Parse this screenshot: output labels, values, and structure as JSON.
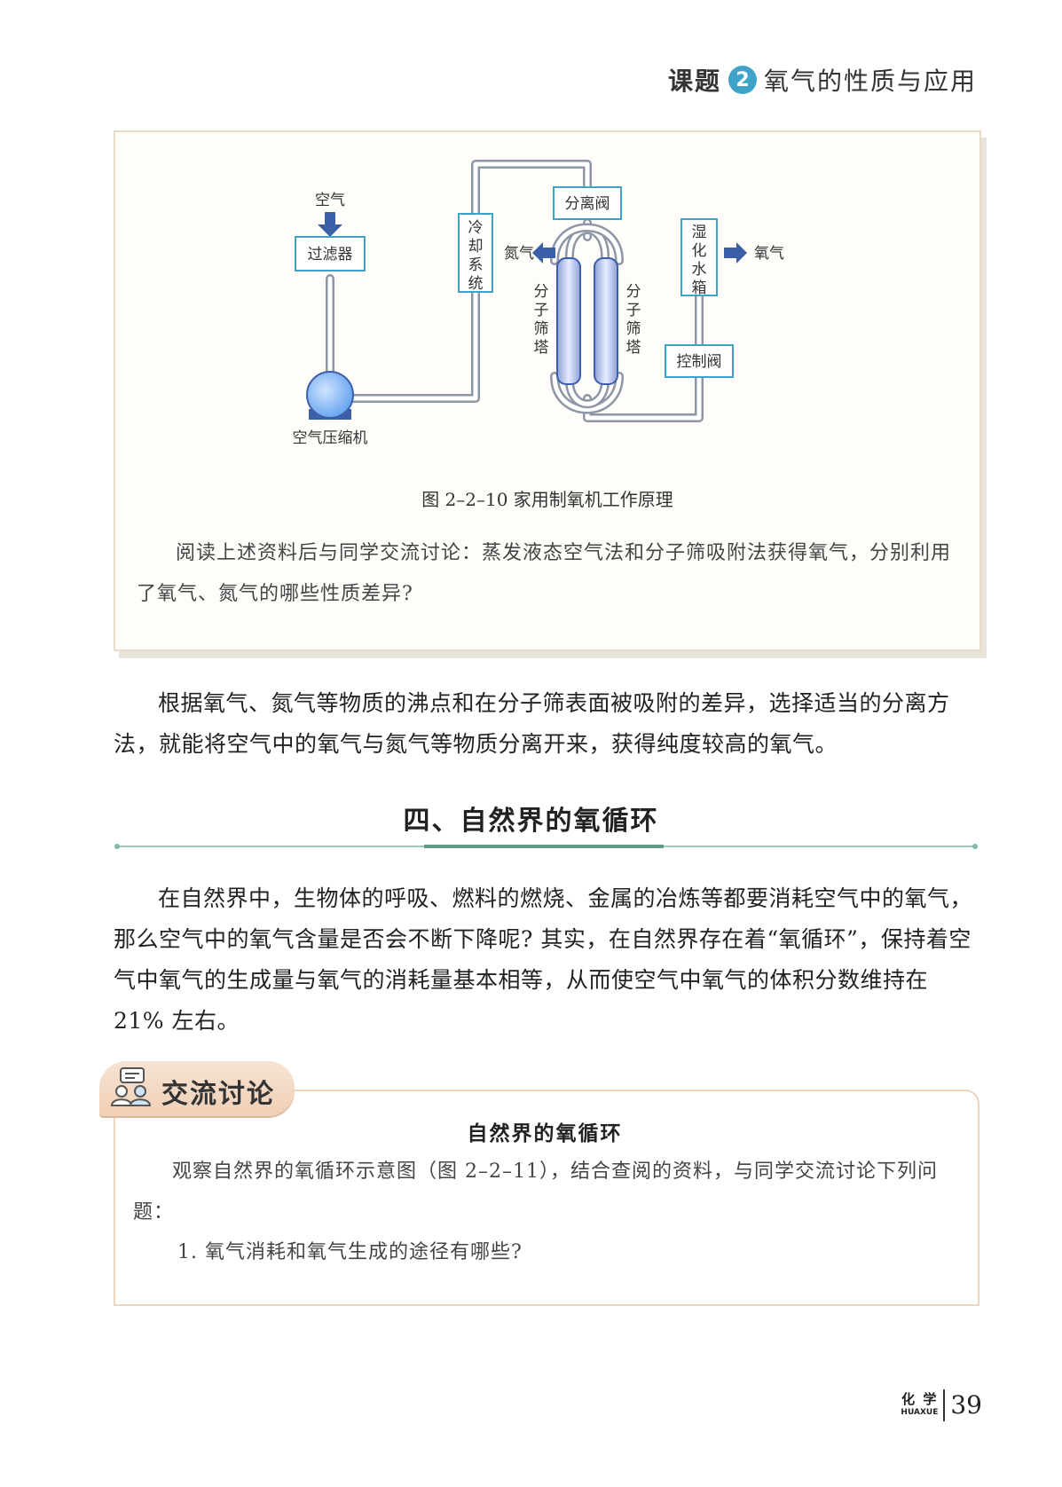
{
  "header": {
    "lesson": "课题",
    "lesson_number": "2",
    "lesson_title": "氧气的性质与应用"
  },
  "figure": {
    "labels": {
      "air": "空气",
      "filter": "过滤器",
      "compressor": "空气压缩机",
      "cooling": [
        "冷",
        "却",
        "系",
        "统"
      ],
      "nitrogen": "氮气",
      "separator_valve": "分离阀",
      "sieve_left": [
        "分",
        "子",
        "筛",
        "塔"
      ],
      "sieve_right": [
        "分",
        "子",
        "筛",
        "塔"
      ],
      "humidifier": [
        "湿",
        "化",
        "水",
        "箱"
      ],
      "oxygen": "氧气",
      "control_valve": "控制阀"
    },
    "caption": "图 2–2–10  家用制氧机工作原理"
  },
  "box_paragraph": "阅读上述资料后与同学交流讨论：蒸发液态空气法和分子筛吸附法获得氧气，分别利用了氧气、氮气的哪些性质差异?",
  "paragraph_1": "根据氧气、氮气等物质的沸点和在分子筛表面被吸附的差异，选择适当的分离方法，就能将空气中的氧气与氮气等物质分离开来，获得纯度较高的氧气。",
  "section_title": "四、自然界的氧循环",
  "paragraph_2": "在自然界中，生物体的呼吸、燃料的燃烧、金属的冶炼等都要消耗空气中的氧气，那么空气中的氧气含量是否会不断下降呢? 其实，在自然界存在着“氧循环”，保持着空气中氧气的生成量与氧气的消耗量基本相等，从而使空气中氧气的体积分数维持在 21% 左右。",
  "discussion": {
    "tab_label": "交流讨论",
    "title": "自然界的氧循环",
    "text": "观察自然界的氧循环示意图（图 2–2–11），结合查阅的资料，与同学交流讨论下列问题：",
    "question_1": "1. 氧气消耗和氧气生成的途径有哪些?"
  },
  "footer": {
    "subject": "化 学",
    "pinyin": "HUAXUE",
    "page": "39"
  },
  "colors": {
    "accent": "#3fa3c9",
    "pipe": "#b8bcc6",
    "box_border": "#3fa3c9",
    "section_line": "#7fb9a8"
  }
}
